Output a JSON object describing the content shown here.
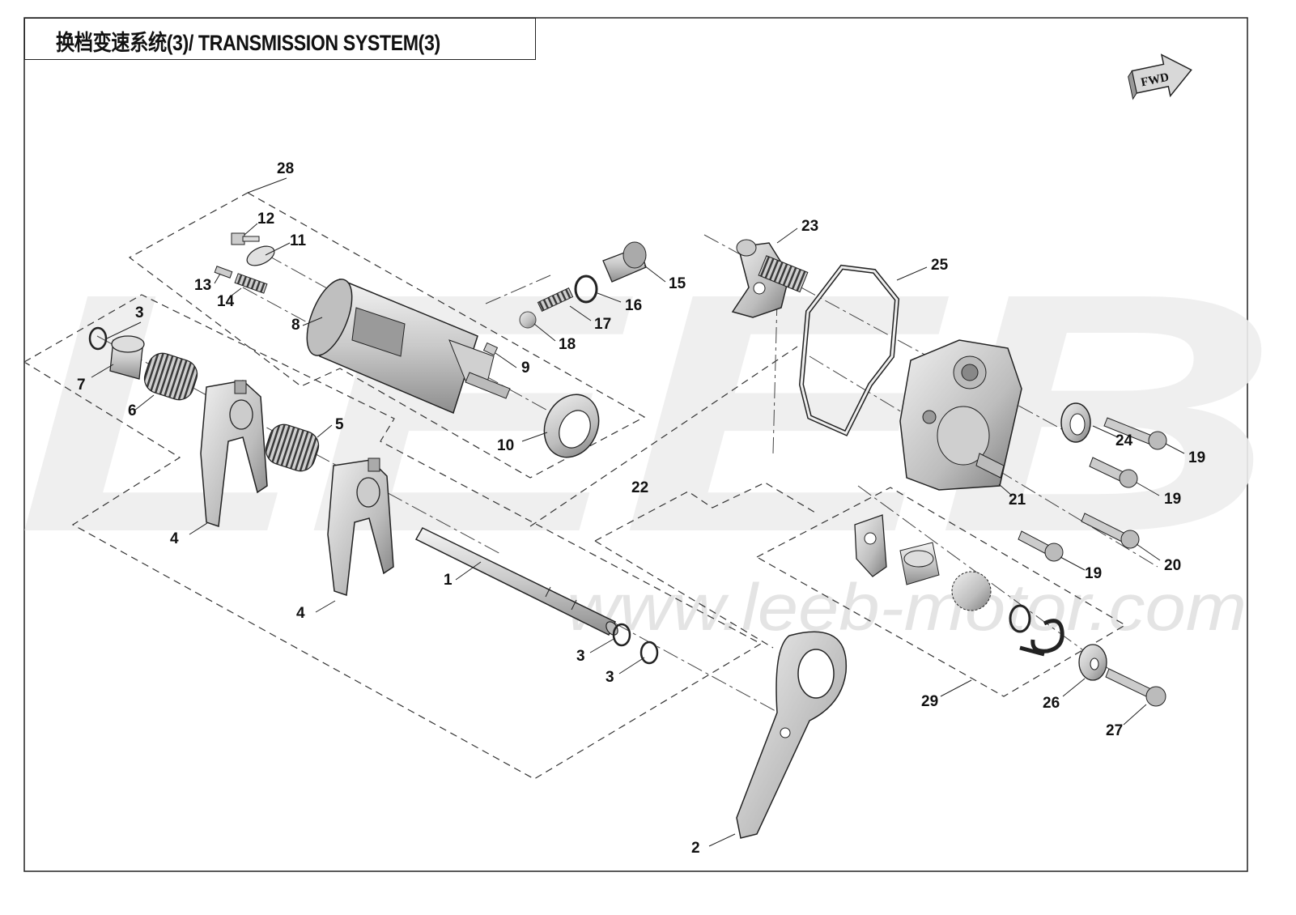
{
  "title": "换档变速系统(3)/ TRANSMISSION SYSTEM(3)",
  "fwd_label": "FWD",
  "watermark": {
    "brand": "LEEB",
    "url": "www.leeb-motor.com"
  },
  "callouts": [
    "1",
    "2",
    "3",
    "3",
    "3",
    "4",
    "4",
    "5",
    "6",
    "7",
    "8",
    "9",
    "10",
    "11",
    "12",
    "13",
    "14",
    "15",
    "16",
    "17",
    "18",
    "19",
    "19",
    "19",
    "20",
    "21",
    "22",
    "23",
    "24",
    "25",
    "26",
    "27",
    "28",
    "29"
  ]
}
